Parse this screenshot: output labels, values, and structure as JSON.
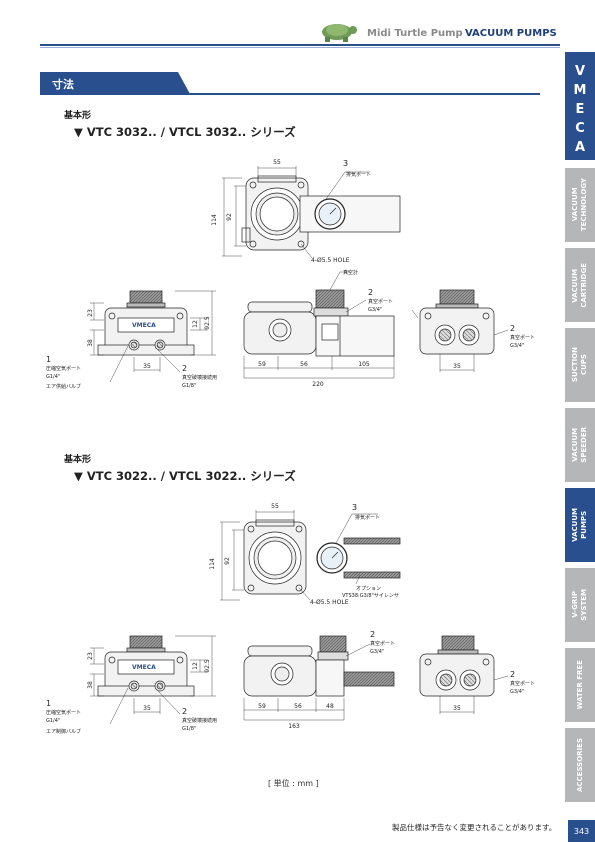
{
  "header": {
    "product": "Midi Turtle Pump",
    "category": "VACUUM PUMPS"
  },
  "section": {
    "title": "寸法"
  },
  "block1": {
    "subtitle": "基本形",
    "series": "▼ VTC 3032.. / VTCL 3032.. シリーズ"
  },
  "block2": {
    "subtitle": "基本形",
    "series": "▼ VTC 3022.. / VTCL 3022.. シリーズ"
  },
  "unit_note": "[ 単位 : mm ]",
  "footer_note": "製品仕様は予告なく変更されることがあります。",
  "page_number": "343",
  "sidebar": {
    "logo": [
      "V",
      "M",
      "E",
      "C",
      "A"
    ],
    "tabs": [
      "VACUUM\nTECHNOLOGY",
      "VACUUM\nCARTRIDGE",
      "SUCTION\nCUPS",
      "VACUUM\nSPEEDER",
      "VACUUM\nPUMPS",
      "V-GRIP\nSYSTEM",
      "WATER FREE",
      "ACCESSORIES"
    ]
  },
  "drawing1": {
    "top": {
      "d55": "55",
      "d114": "114",
      "d92": "92",
      "port3_num": "3",
      "port3_label": "排気ポート",
      "hole": "4-Ø5.5 HOLE"
    },
    "left": {
      "d23": "23",
      "d38": "38",
      "d35": "35",
      "d12": "12",
      "d92_5": "92.5",
      "p1_num": "1",
      "p1_l1": "圧縮空気ポート",
      "p1_l2": "G1/4\"",
      "p1_l3": "エア供給バルブ",
      "p2_num": "2",
      "p2_l1": "真空破壊接続用",
      "p2_l2": "G1/8\"",
      "brand": "VMECA"
    },
    "middle": {
      "gauge": "真空計",
      "p2_num": "2",
      "p2_l1": "真空ポート",
      "p2_l2": "G3/4\"",
      "d59": "59",
      "d56": "56",
      "d105": "105",
      "d220": "220"
    },
    "right": {
      "p2_num": "2",
      "p2_l1": "真空ポート",
      "p2_l2": "G3/4\"",
      "d35": "35"
    }
  },
  "drawing2": {
    "top": {
      "d55": "55",
      "d114": "114",
      "d92": "92",
      "port3_num": "3",
      "port3_label": "排気ポート",
      "option1": "オプション",
      "option2": "VTS38:G3/8\"サイレンサ",
      "hole": "4-Ø5.5 HOLE"
    },
    "left": {
      "d23": "23",
      "d38": "38",
      "d35": "35",
      "d12": "12",
      "d92_5": "92.5",
      "p1_num": "1",
      "p1_l1": "圧縮空気ポート",
      "p1_l2": "G1/4\"",
      "p1_l3": "エア制御バルブ",
      "p2_num": "2",
      "p2_l1": "真空破壊接続用",
      "p2_l2": "G1/8\"",
      "brand": "VMECA"
    },
    "middle": {
      "p2_num": "2",
      "p2_l1": "真空ポート",
      "p2_l2": "G3/4\"",
      "d59": "59",
      "d56": "56",
      "d48": "48",
      "d163": "163"
    },
    "right": {
      "p2_num": "2",
      "p2_l1": "真空ポート",
      "p2_l2": "G3/4\"",
      "d35": "35"
    }
  }
}
